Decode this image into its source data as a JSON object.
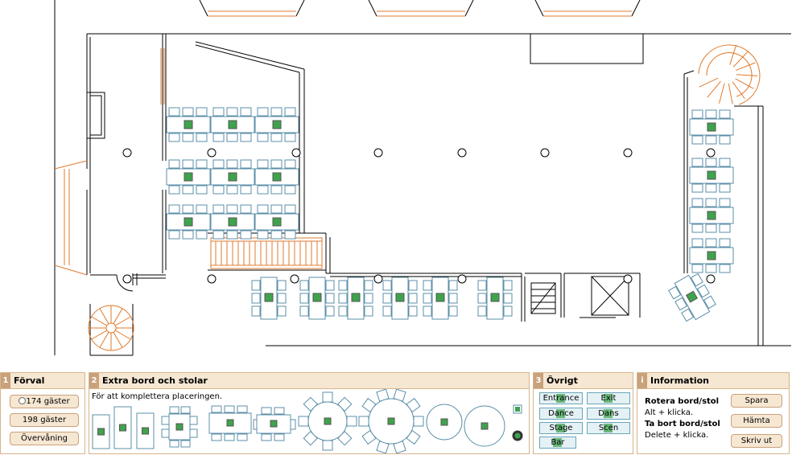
{
  "forval": {
    "num": "1",
    "title": "Förval",
    "options": [
      "174 gäster",
      "198 gäster",
      "Övervåning"
    ]
  },
  "extra": {
    "num": "2",
    "title": "Extra bord och stolar",
    "subtitle": "För att komplettera placeringen."
  },
  "ovrigt": {
    "num": "3",
    "title": "Övrigt",
    "items": [
      "Entrance",
      "Exit",
      "Dance",
      "Dans",
      "Stage",
      "Scen",
      "Bar"
    ]
  },
  "info": {
    "num": "i",
    "title": "Information",
    "rotate_title": "Rotera bord/stol",
    "rotate_text": "Alt + klicka.",
    "delete_title": "Ta bort bord/stol",
    "delete_text": "Delete + klicka.",
    "buttons": [
      "Spara",
      "Hämta",
      "Skriv ut"
    ]
  },
  "colors": {
    "wall": "#000000",
    "table": "#5b8fa8",
    "marker": "#3fa34d",
    "stairs": "#e07a2c",
    "panel_header": "#f6e7d2",
    "panel_border": "#d7b48c"
  }
}
